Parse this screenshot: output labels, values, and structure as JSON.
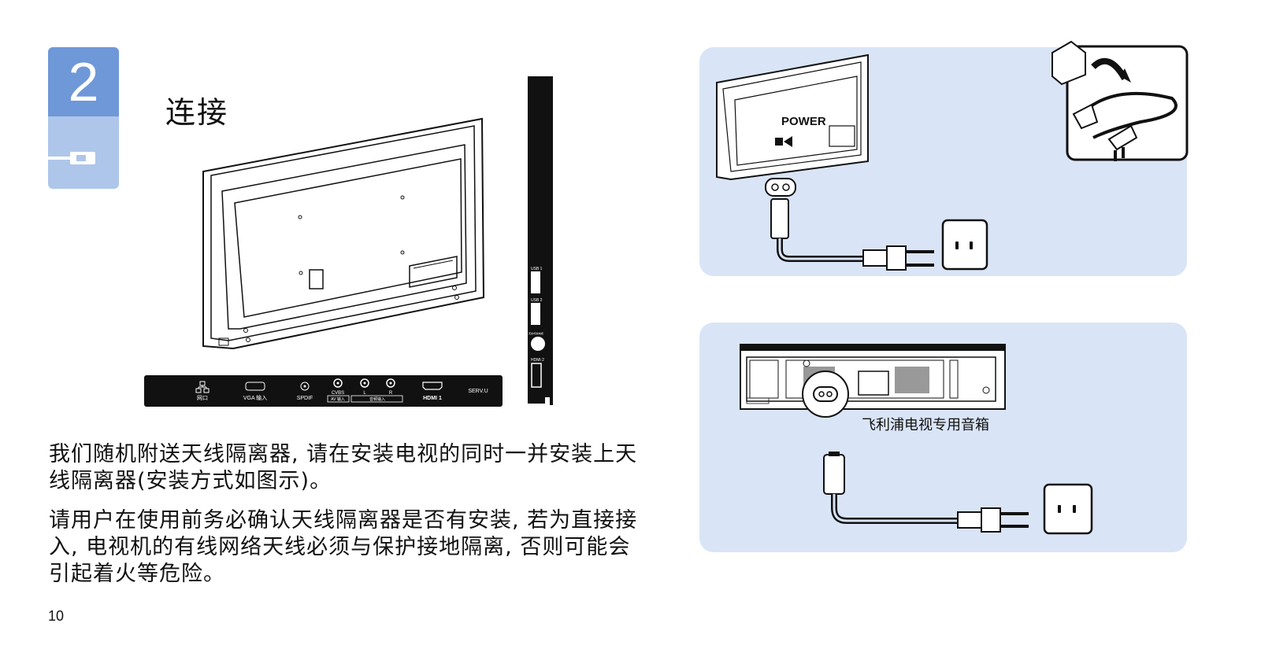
{
  "chapter": {
    "number": "2",
    "title": "连接"
  },
  "back_panel_ports": [
    {
      "label": "网口"
    },
    {
      "label": "VGA 输入"
    },
    {
      "label": "SPDIF"
    },
    {
      "label": "CVBS"
    },
    {
      "label": "L"
    },
    {
      "label": "R"
    },
    {
      "label": "HDMI 1"
    },
    {
      "label": "SERV.U"
    }
  ],
  "back_panel_group_labels": {
    "av_in": "AV 输入",
    "audio_in": "音频输入"
  },
  "side_panel_ports": [
    {
      "label": "USB 1"
    },
    {
      "label": "USB 2"
    },
    {
      "label": "天线/有线电视"
    },
    {
      "label": "HDMI 2"
    }
  ],
  "power_label": "POWER",
  "speaker_caption": "飞利浦电视专用音箱",
  "paragraphs": [
    "我们随机附送天线隔离器, 请在安装电视的同时一并安装上天线隔离器(安装方式如图示)。",
    "请用户在使用前务必确认天线隔离器是否有安装, 若为直接接入, 电视机的有线网络天线必须与保护接地隔离, 否则可能会引起着火等危险。"
  ],
  "page_number": "10"
}
